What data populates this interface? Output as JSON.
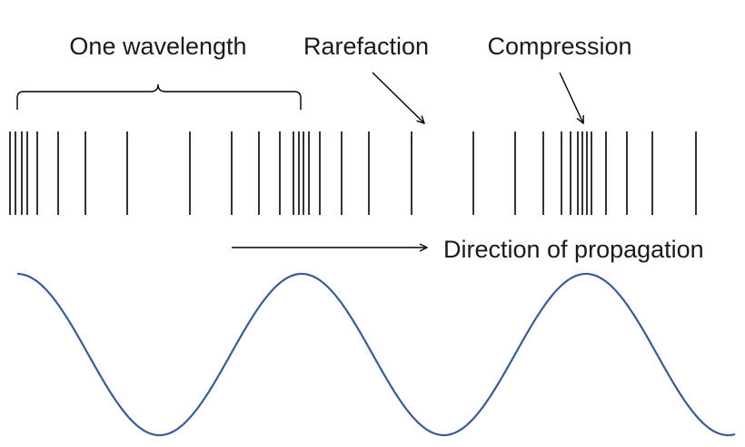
{
  "labels": {
    "wavelength": "One wavelength",
    "rarefaction": "Rarefaction",
    "compression": "Compression",
    "direction": "Direction of propagation"
  },
  "colors": {
    "ink": "#000000",
    "wave": "#3b5b93",
    "text": "#1a1a1a"
  },
  "icons": {
    "direction_arrow": "right-arrow-icon",
    "pointer_arrow": "pointer-arrow-icon"
  }
}
